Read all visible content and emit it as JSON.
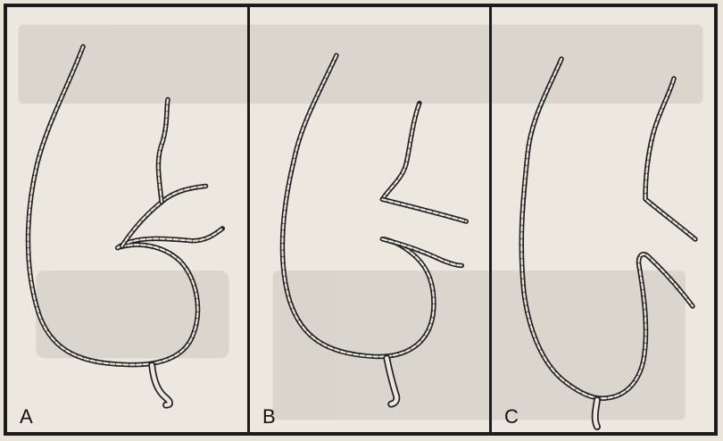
{
  "figure": {
    "panels": [
      {
        "id": "a",
        "label": "A"
      },
      {
        "id": "b",
        "label": "B"
      },
      {
        "id": "c",
        "label": "C"
      }
    ]
  },
  "colors": {
    "ink": "#1c1c1c",
    "paper": "#ece8df",
    "bleed_through": "#cfcac1"
  }
}
